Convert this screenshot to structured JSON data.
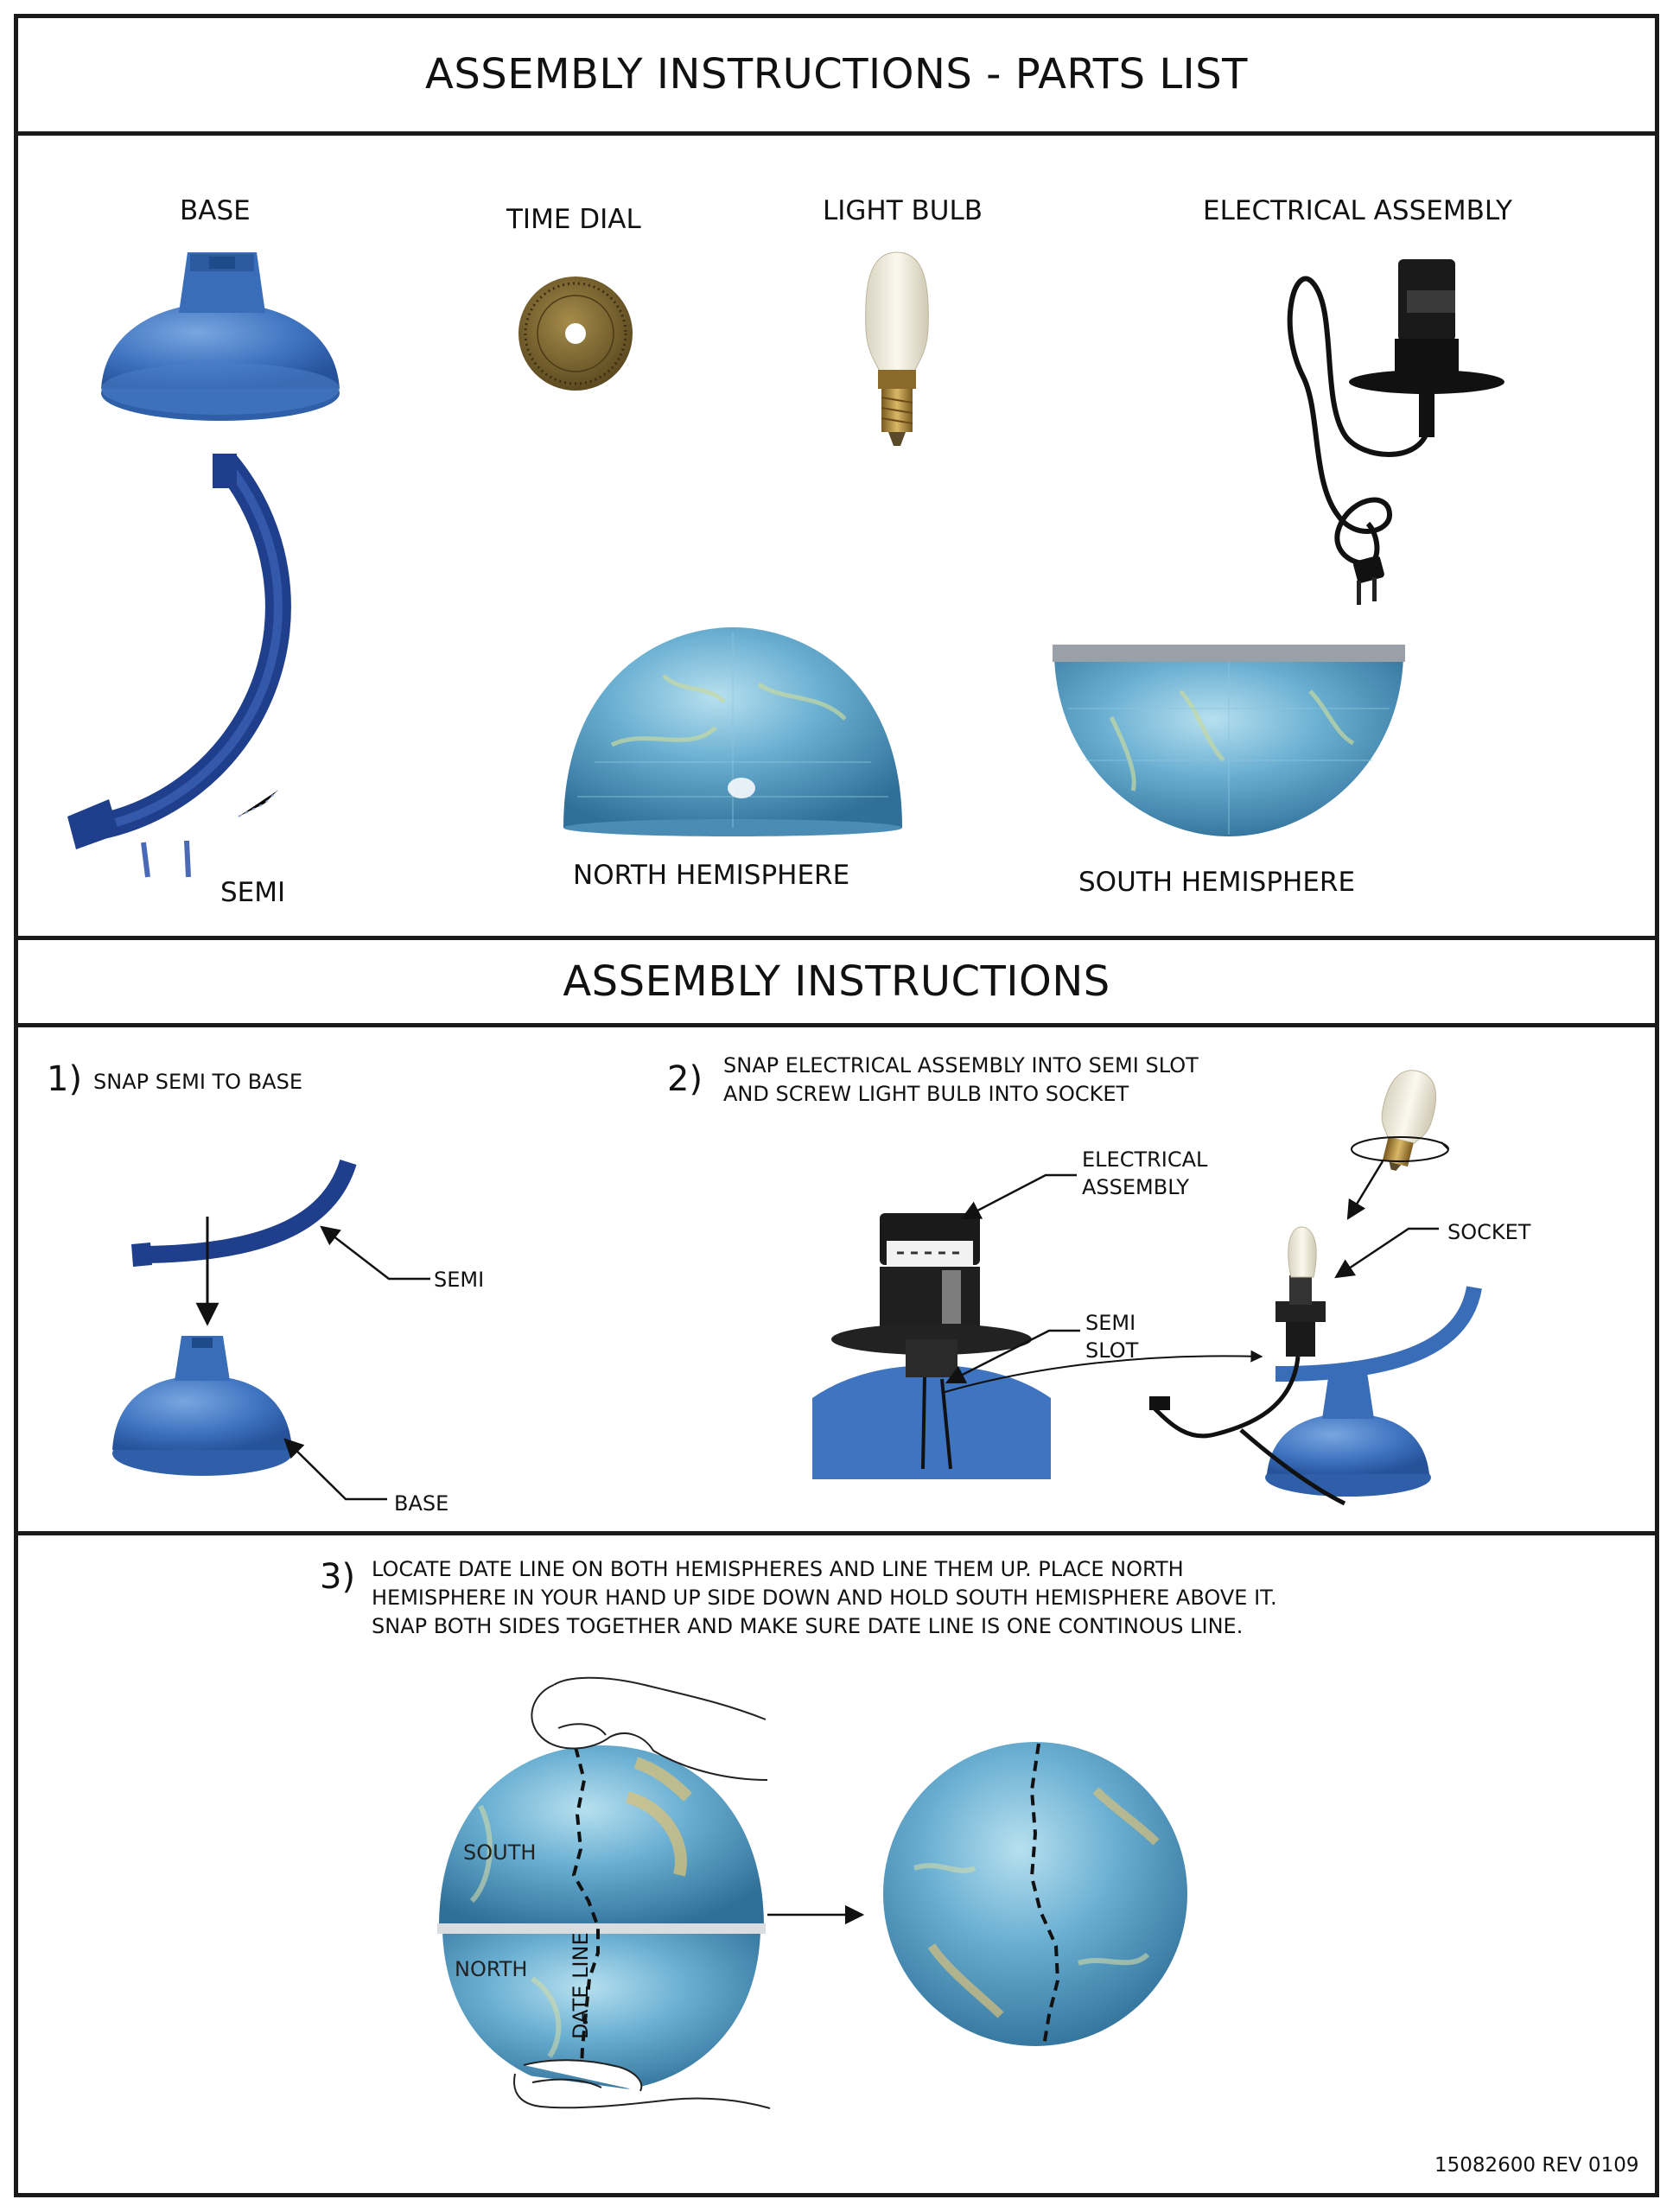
{
  "parts_list": {
    "title": "ASSEMBLY INSTRUCTIONS - PARTS LIST",
    "parts": {
      "base": "BASE",
      "time_dial": "TIME DIAL",
      "light_bulb": "LIGHT BULB",
      "electrical_assembly": "ELECTRICAL ASSEMBLY",
      "semi": "SEMI",
      "north_hemisphere": "NORTH HEMISPHERE",
      "south_hemisphere": "SOUTH HEMISPHERE"
    }
  },
  "assembly": {
    "title": "ASSEMBLY INSTRUCTIONS",
    "step1": {
      "number": "1)",
      "text": "SNAP SEMI TO BASE",
      "labels": {
        "semi": "SEMI",
        "base": "BASE"
      }
    },
    "step2": {
      "number": "2)",
      "text_lines": [
        "SNAP ELECTRICAL ASSEMBLY INTO SEMI SLOT",
        "AND SCREW LIGHT BULB INTO SOCKET"
      ],
      "labels": {
        "electrical_lines": [
          "ELECTRICAL",
          "ASSEMBLY"
        ],
        "semi_slot_lines": [
          "SEMI",
          "SLOT"
        ],
        "socket": "SOCKET"
      }
    },
    "step3": {
      "number": "3)",
      "text_lines": [
        "LOCATE DATE LINE ON BOTH HEMISPHERES AND LINE THEM UP. PLACE NORTH",
        "HEMISPHERE IN YOUR HAND UP SIDE DOWN AND HOLD SOUTH HEMISPHERE ABOVE IT.",
        "SNAP BOTH SIDES  TOGETHER AND MAKE SURE DATE LINE IS ONE CONTINOUS LINE."
      ],
      "labels": {
        "south": "SOUTH",
        "north": "NORTH",
        "date_line": "DATE LINE"
      }
    }
  },
  "footer": {
    "doc_number": "15082600  REV 0109"
  },
  "colors": {
    "part_blue": "#3f74c0",
    "semi_navy": "#1f3f8c",
    "globe_blue": "#5aa0c8",
    "frame": "#1a1a1a"
  }
}
